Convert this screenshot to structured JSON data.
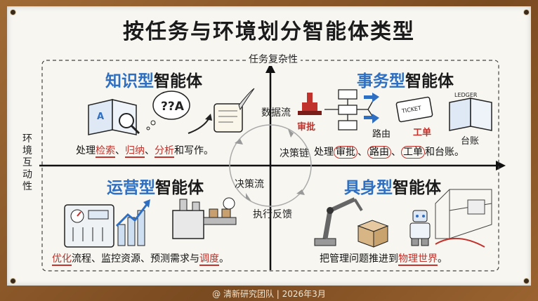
{
  "title": "按任务与环境划分智能体类型",
  "axes": {
    "y_label": "任务复杂性",
    "x_label": "环境互动性"
  },
  "quadrants": {
    "top_left": {
      "title_blue": "知识型",
      "title_black": "智能体",
      "desc": {
        "prefix": "处理",
        "a": "检索",
        "sep1": "、",
        "b": "归纳",
        "sep2": "、",
        "c": "分析",
        "suffix": "和写作。"
      },
      "icons": [
        "open-book-magnifier-icon",
        "question-bubble-icon",
        "scroll-quill-icon"
      ]
    },
    "top_right": {
      "title_blue": "事务型",
      "title_black": "智能体",
      "labels": {
        "approve": "审批",
        "route": "路由",
        "ticket": "工单",
        "ledger": "台账"
      },
      "ticket_text": "TICKET",
      "ledger_text": "LEDGER",
      "desc": {
        "prefix": "处理",
        "a": "审批",
        "sep1": "、",
        "b": "路由",
        "sep2": "、",
        "c": "工单",
        "suffix": "和台账。"
      }
    },
    "bottom_left": {
      "title_blue": "运营型",
      "title_black": "智能体",
      "desc": {
        "a": "优化",
        "mid1": "流程、监控资源、预测需求与",
        "b": "调度",
        "end": "。"
      }
    },
    "bottom_right": {
      "title_blue": "具身型",
      "title_black": "智能体",
      "desc": {
        "prefix": "把管理问题推进到",
        "a": "物理世界",
        "end": "。"
      }
    }
  },
  "flows": {
    "data_flow": "数据流",
    "decision_chain": "决策链",
    "decision_flow": "决策流",
    "execution_feedback": "执行反馈"
  },
  "footer": "@ 清新研究团队 | 2026年3月",
  "colors": {
    "accent_blue": "#2f6fc1",
    "accent_red": "#c0322b",
    "board": "#f7f6f1",
    "frame": "#8b5a2b"
  }
}
